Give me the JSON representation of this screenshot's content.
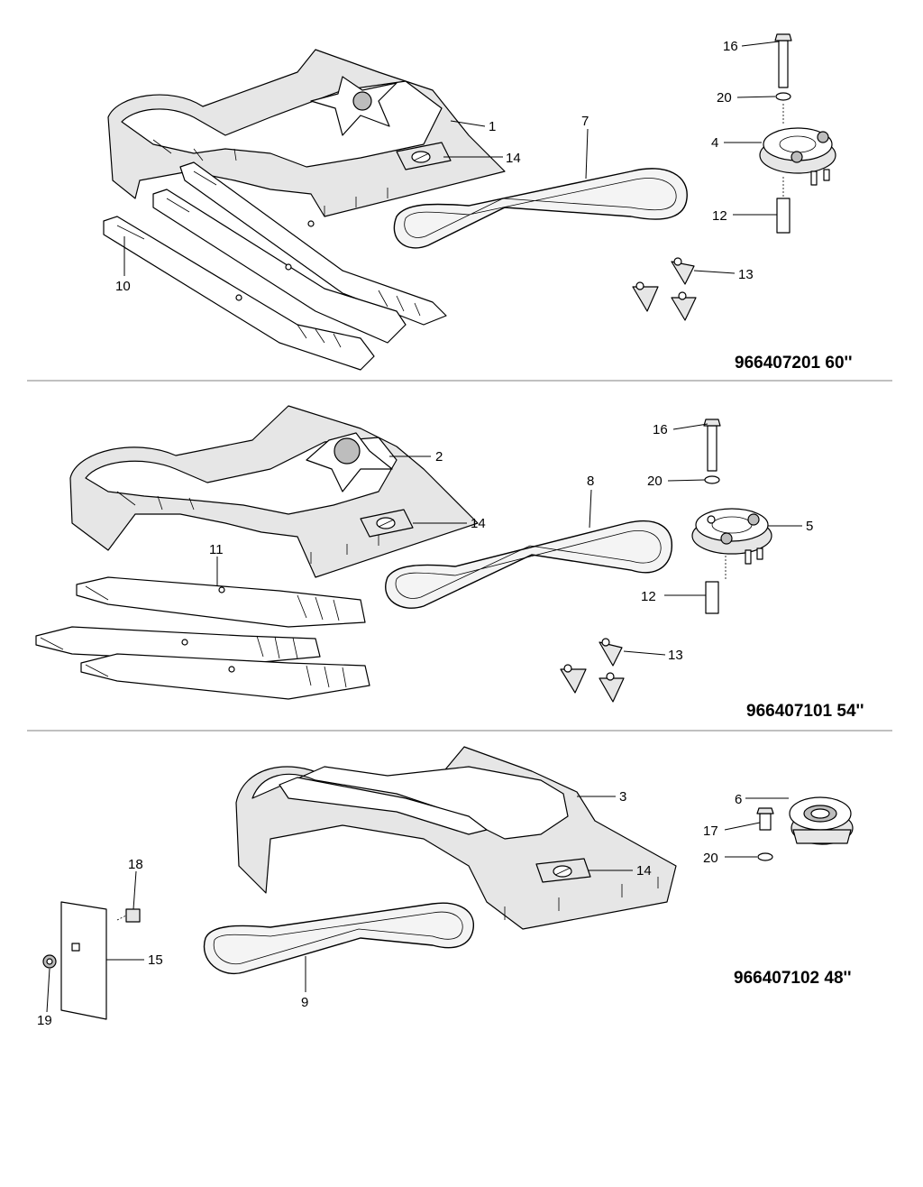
{
  "sections": [
    {
      "model_label": "966407201 60''",
      "callouts": [
        "16",
        "20",
        "4",
        "12",
        "1",
        "14",
        "7",
        "10",
        "13"
      ]
    },
    {
      "model_label": "966407101 54''",
      "callouts": [
        "16",
        "20",
        "2",
        "14",
        "8",
        "5",
        "11",
        "12",
        "13"
      ]
    },
    {
      "model_label": "966407102 48''",
      "callouts": [
        "6",
        "17",
        "20",
        "3",
        "14",
        "18",
        "15",
        "19",
        "9"
      ]
    }
  ]
}
